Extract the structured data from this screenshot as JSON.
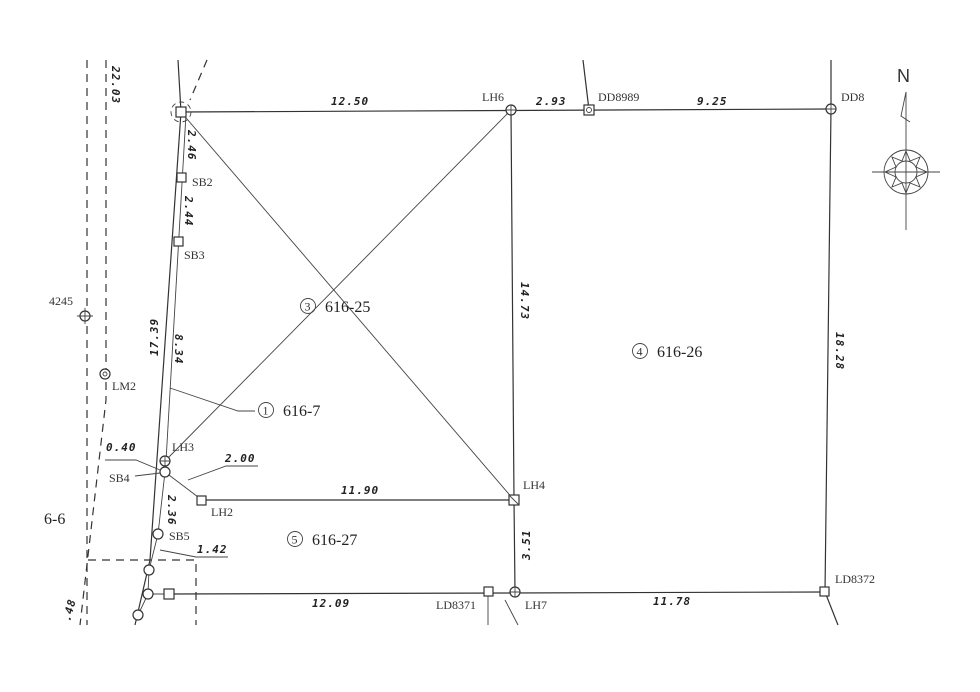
{
  "title": "Survey boundary plan",
  "points": {
    "lh6": "LH6",
    "dd8989": "DD8989",
    "dd_right": "DD8",
    "lh3": "LH3",
    "sb4": "SB4",
    "lh2": "LH2",
    "sb5": "SB5",
    "sb2": "SB2",
    "sb3": "SB3",
    "lh4": "LH4",
    "lh7": "LH7",
    "ld8371": "LD8371",
    "ld8372": "LD8372",
    "p4245": "4245",
    "lm2": "LM2"
  },
  "dimensions": {
    "d1250": "12.50",
    "d293": "2.93",
    "d925": "9.25",
    "d2203": "22.03",
    "d246": "2.46",
    "d244": "2.44",
    "d1739": "17.39",
    "d834": "8.34",
    "d1473": "14.73",
    "d1828": "18.28",
    "d040": "0.40",
    "d200": "2.00",
    "d1190": "11.90",
    "d236": "2.36",
    "d351": "3.51",
    "d142": "1.42",
    "d1209": "12.09",
    "d1178": "11.78",
    "d48": ".48"
  },
  "parcels": {
    "p3": {
      "num": "3",
      "id": "616-25"
    },
    "p4": {
      "num": "4",
      "id": "616-26"
    },
    "p1": {
      "num": "1",
      "id": "616-7"
    },
    "p5": {
      "num": "5",
      "id": "616-27"
    },
    "neighbor": "6-6"
  },
  "north_label": "N"
}
